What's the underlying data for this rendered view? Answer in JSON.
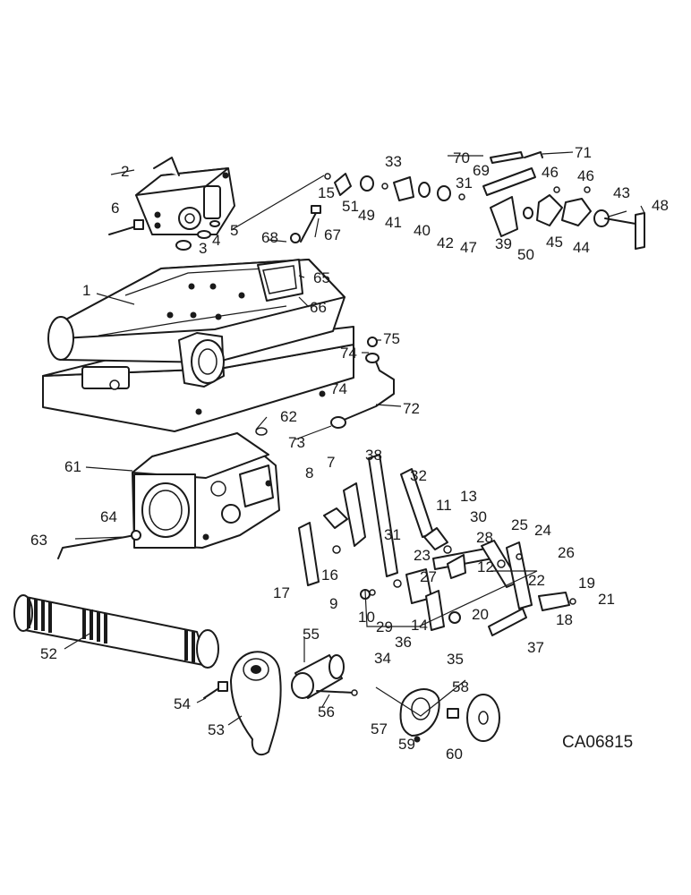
{
  "drawing_code": "CA06815",
  "callouts": [
    "1",
    "2",
    "3",
    "4",
    "5",
    "6",
    "7",
    "8",
    "9",
    "10",
    "11",
    "12",
    "13",
    "14",
    "15",
    "16",
    "17",
    "18",
    "19",
    "20",
    "21",
    "22",
    "23",
    "24",
    "25",
    "26",
    "27",
    "28",
    "29",
    "30",
    "31",
    "31",
    "32",
    "33",
    "34",
    "35",
    "36",
    "37",
    "38",
    "39",
    "40",
    "41",
    "42",
    "43",
    "44",
    "45",
    "46",
    "46",
    "47",
    "48",
    "49",
    "50",
    "51",
    "52",
    "53",
    "54",
    "55",
    "56",
    "57",
    "58",
    "59",
    "60",
    "61",
    "62",
    "63",
    "64",
    "65",
    "66",
    "67",
    "68",
    "69",
    "70",
    "71",
    "72",
    "73",
    "74",
    "74",
    "75"
  ]
}
